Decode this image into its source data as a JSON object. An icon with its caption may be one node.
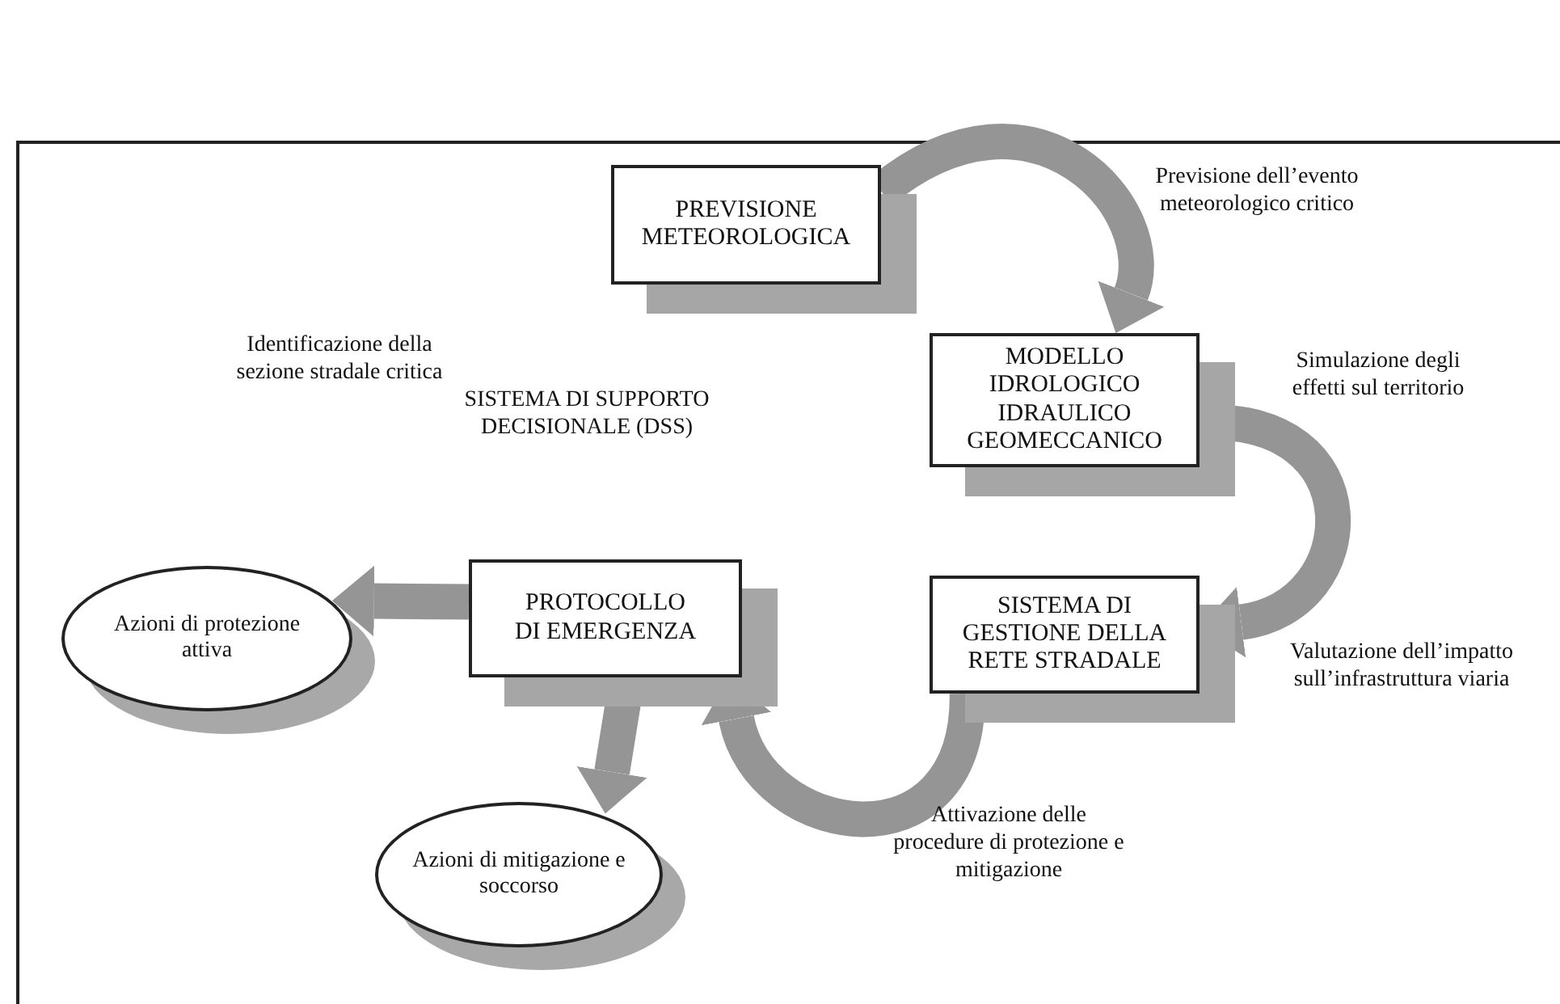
{
  "diagram": {
    "nodes": [
      {
        "text": [
          "PREVISIONE METEOROLOGICA"
        ]
      },
      {
        "text": [
          "MODELLO IDROLOGICO IDRAULICO GEOMECCANICO"
        ]
      },
      {
        "text": [
          "SISTEMA DI GESTIONE DELLA RETE STRADALE"
        ]
      },
      {
        "text": [
          "PROTOCOLLO DI EMERGENZA"
        ]
      },
      {
        "text": [
          "Azioni di protezione attiva"
        ]
      },
      {
        "text": [
          "Azioni di mitigazione e soccorso"
        ]
      }
    ],
    "edges": [
      {
        "from": 0,
        "to": 1,
        "arrow": "to",
        "label": "Previsione dell’evento meteorologico critico"
      },
      {
        "from": 1,
        "to": 2,
        "arrow": "to",
        "label": "Simulazione degli effetti sul territorio"
      },
      {
        "from": 2,
        "to": 3,
        "arrow": "to",
        "label": "Attivazione delle procedure di protezione e mitigazione"
      },
      {
        "from": 3,
        "to": 4,
        "arrow": "to"
      },
      {
        "from": 3,
        "to": 5,
        "arrow": "to"
      }
    ],
    "labels": [
      "Identificazione della sezione stradale critica",
      "SISTEMA DI SUPPORTO DECISIONALE (DSS)",
      "Valutazione dell’impatto sull’infrastruttura viaria"
    ]
  }
}
